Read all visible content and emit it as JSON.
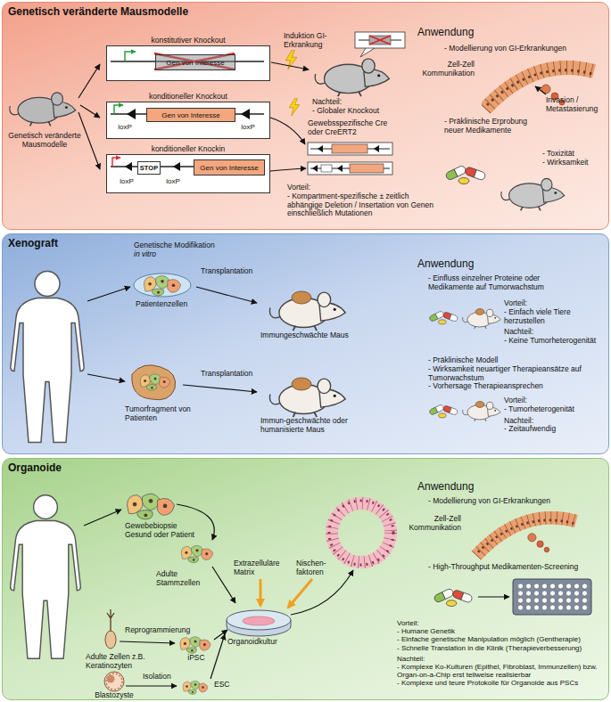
{
  "diagram": {
    "nodes": [
      {
        "text": [
          "Genetisch veränderte Mausmodelle"
        ]
      },
      {
        "text": [
          "konstitutiver Knockout"
        ],
        "in": 0
      },
      {
        "text": [
          "Gen von Interesse"
        ],
        "in": 1
      },
      {
        "text": [
          "konditioneller Knockout"
        ],
        "in": 0
      },
      {
        "text": [
          "Gen von Interesse"
        ],
        "in": 3
      },
      {
        "text": [
          "konditioneller Knockin"
        ],
        "in": 0
      },
      {
        "text": [
          "STOP"
        ],
        "in": 5
      },
      {
        "text": [
          "Gen von Interesse"
        ],
        "in": 5
      },
      {
        "text": [
          "Xenograft"
        ]
      },
      {
        "text": [
          "Organoide"
        ]
      }
    ],
    "labels": [
      "Genetisch veränderte Mausmodelle",
      "Induktion GI-Erkrankung",
      "Nachteil:",
      "- Globaler Knockout",
      "loxP",
      "loxP",
      "Gewebsspezifische Cre oder CreERT2",
      "loxP",
      "loxP",
      "Vorteil:",
      "- Kompartment-spezifische ± zeitlich abhängige Deletion / Insertation von Genen einschließlich Mutationen",
      "Anwendung",
      "- Modellierung von GI-Erkrankungen",
      "Zell-Zell Kommunikation",
      "Invasion / Metastasierung",
      "- Präklinische Erprobung neuer Medikamente",
      "- Toxizität",
      "- Wirksamkeit",
      "Genetische Modifikation",
      "in vitro",
      "Patientenzellen",
      "Transplantation",
      "Immungeschwächte Maus",
      "Tumorfragment von Patienten",
      "Transplantation",
      "Immun-geschwächte oder humanisierte Maus",
      "Anwendung",
      "- Einfluss einzelner Proteine oder Medikamente auf Tumorwachstum",
      "Vorteil:",
      "- Einfach viele Tiere herzustellen",
      "Nachteil:",
      "- Keine Tumorheterogenität",
      "- Präklinische Modell",
      "- Wirksamkeit neuartiger Therapieansätze auf Tumorwachstum",
      "- Vorhersage Therapieansprechen",
      "Vorteil:",
      "- Tumorheterogenität",
      "Nachteil:",
      "- Zeitaufwendig",
      "Gewebebiopsie Gesund oder Patient",
      "Adulte Stammzellen",
      "Extrazelluläre Matrix",
      "Nischen-faktoren",
      "Organoidkultur",
      "Adulte Zellen z.B. Keratinozyten",
      "Reprogrammierung",
      "iPSC",
      "Isolation",
      "ESC",
      "Blastozyste",
      "Anwendung",
      "- Modellierung von GI-Erkrankungen",
      "Zell-Zell Kommunikation",
      "- High-Throughput Medikamenten-Screening",
      "Vorteil:",
      "- Humane Genetik",
      "- Einfache genetische Manipulation möglich (Gentherapie)",
      "- Schnelle Translation in die Klinik (Therapieverbesserung)",
      "Nachteil:",
      "- Komplexe Ko-Kulturen (Epithel, Fibroblast, Immunzellen) bzw. Organ-on-a-Chip erst teilweise realisierbar",
      "- Komplexe und teure Protokolle für Organoide aus PSCs"
    ]
  }
}
